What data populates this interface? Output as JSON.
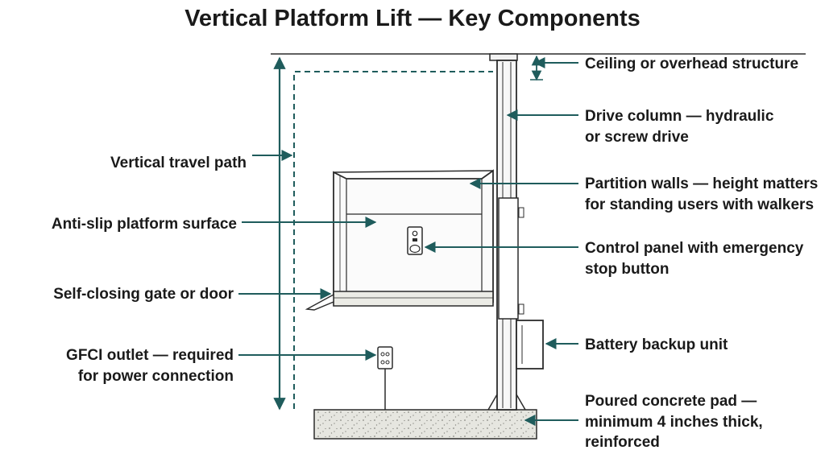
{
  "title": "Vertical Platform Lift — Key Components",
  "colors": {
    "accent": "#1f5c5c",
    "line": "#2b2b2b",
    "text": "#1a1a1a",
    "concrete": "#e6e6e0"
  },
  "labels": {
    "travel_path": "Vertical travel path",
    "platform_surface": "Anti-slip platform surface",
    "gate": "Self-closing gate or door",
    "gfci_line1": "GFCI outlet — required",
    "gfci_line2": "for power connection",
    "ceiling": "Ceiling or overhead structure",
    "drive_line1": "Drive column — hydraulic",
    "drive_line2": "or screw drive",
    "walls_line1": "Partition walls — height matters",
    "walls_line2": "for standing users with walkers",
    "control_line1": "Control panel with emergency",
    "control_line2": "stop button",
    "battery": "Battery backup unit",
    "pad_line1": "Poured concrete pad —",
    "pad_line2": "minimum 4 inches thick,",
    "pad_line3": "reinforced"
  }
}
